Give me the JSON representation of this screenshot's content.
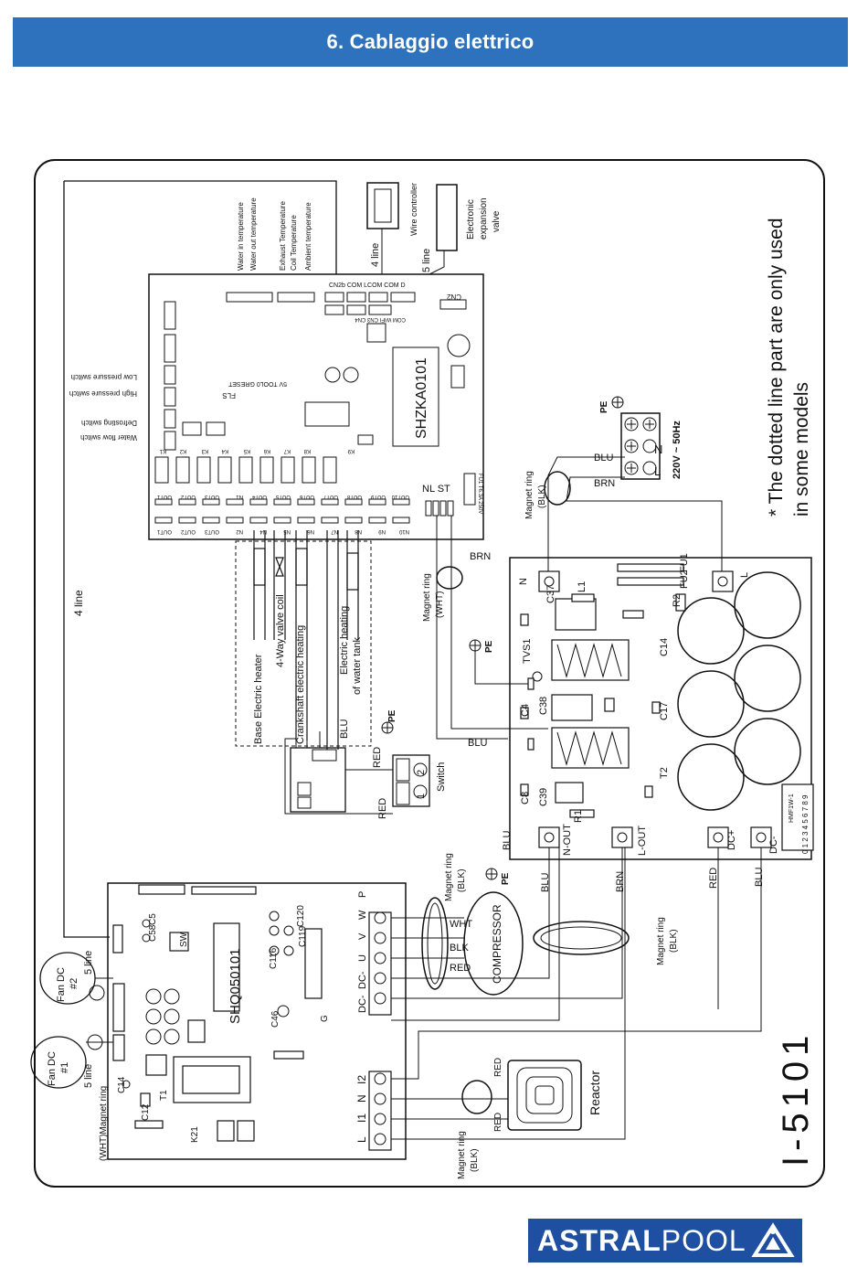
{
  "header": {
    "title": "6. Cablaggio elettrico"
  },
  "diagram": {
    "model_code": "I-5101",
    "note_line1": "* The dotted line part are only used",
    "note_line2": "in some models",
    "main_board": {
      "code": "SHZKA0101",
      "sensors": [
        "Water in temperature",
        "Water out temperature",
        "Exhaust Temperature",
        "Coil Temperature",
        "Ambient temperature"
      ],
      "switches": [
        "Low pressure switch",
        "High pressure switch",
        "Defrosting switch",
        "Water flow switch"
      ],
      "wire_controller": "Wire controller",
      "exp_valve": [
        "Electronic",
        "expansion",
        "valve"
      ],
      "line4_top": "4 line",
      "line5_top": "5 line",
      "line4_left": "4 line",
      "ports_top": "CN2b COM LCOM COM D",
      "ports_bottom": "COM WIFI CN3  CN4",
      "cn2": "CN2",
      "fls": "FLS",
      "reset": "5V TOOL0 GRESET",
      "fuse": "FU1 T6.3A 250V",
      "nlst": "NL ST",
      "k_labels": [
        "K1",
        "K2",
        "K3",
        "K4",
        "K5",
        "K6",
        "K7",
        "K8",
        "K9"
      ],
      "out_labels": [
        "OUT1",
        "OUT2",
        "OUT3",
        "N1",
        "OUT4",
        "OUT5",
        "OUT6",
        "OUT7",
        "OUT8",
        "OUT9",
        "OUT10"
      ],
      "n_labels": [
        "OUT1",
        "OUT2",
        "OUT3",
        "N2",
        "N4",
        "N5",
        "N6",
        "N7",
        "N8",
        "N9",
        "N10"
      ],
      "loads": [
        "Base Electric heater",
        "4-Way valve coil",
        "Crankshaft electric heating",
        "Electric heating",
        "of water tank"
      ]
    },
    "power": {
      "pe": "PE",
      "labels": [
        "L",
        "N",
        "L"
      ],
      "blu": "BLU",
      "brn": "BRN",
      "supply": "220V ~ 50Hz",
      "magnet_blk": [
        "Magnet ring",
        "(BLK)"
      ],
      "magnet_wht": [
        "Magnet ring",
        "(WHT)"
      ]
    },
    "filter_board": {
      "components": [
        "C37",
        "L1",
        "R2",
        "FU2",
        "FU1",
        "C14",
        "C17",
        "TVS1",
        "C4",
        "C38",
        "C8",
        "C39",
        "R1",
        "T2"
      ],
      "terminals": [
        "N",
        "L",
        "N-OUT",
        "L-OUT",
        "DC+",
        "DC-"
      ],
      "model_tag": "HMF1W-1",
      "numbers": "0 1 2 3 4 5 6 7 8 9"
    },
    "switch_block": {
      "label": "Switch",
      "red": "RED",
      "blu": "BLU",
      "num1": "1",
      "num2": "2"
    },
    "inverter_board": {
      "code": "SHQ050101",
      "terminals_out": [
        "P",
        "W",
        "V",
        "U",
        "DC-",
        "DC-"
      ],
      "terminals_in": [
        "I2",
        "N",
        "I1",
        "L"
      ],
      "components": [
        "C120",
        "C119",
        "C116",
        "C46",
        "G",
        "C14",
        "C12",
        "T1",
        "K21",
        "SW",
        "C5",
        "C58"
      ],
      "fan1": [
        "Fan DC",
        "#1"
      ],
      "fan2": [
        "Fan DC",
        "#2"
      ],
      "line5a": "5 line",
      "line5b": "5 line",
      "magnet_wht": "(WHT)Magnet ring"
    },
    "compressor": {
      "label": "COMPRESSOR",
      "wires": [
        "WHT",
        "BLK",
        "RED"
      ],
      "magnet_blk": [
        "Magnet ring",
        "(BLK)"
      ],
      "pe": "PE"
    },
    "reactor": {
      "label": "Reactor",
      "red": "RED",
      "magnet": [
        "Magnet ring",
        "(BLK)"
      ]
    },
    "wires": {
      "blu": "BLU",
      "brn": "BRN",
      "red": "RED"
    }
  },
  "logo": {
    "text_bold": "ASTRAL",
    "text_light": "POOL",
    "registered": "®"
  }
}
